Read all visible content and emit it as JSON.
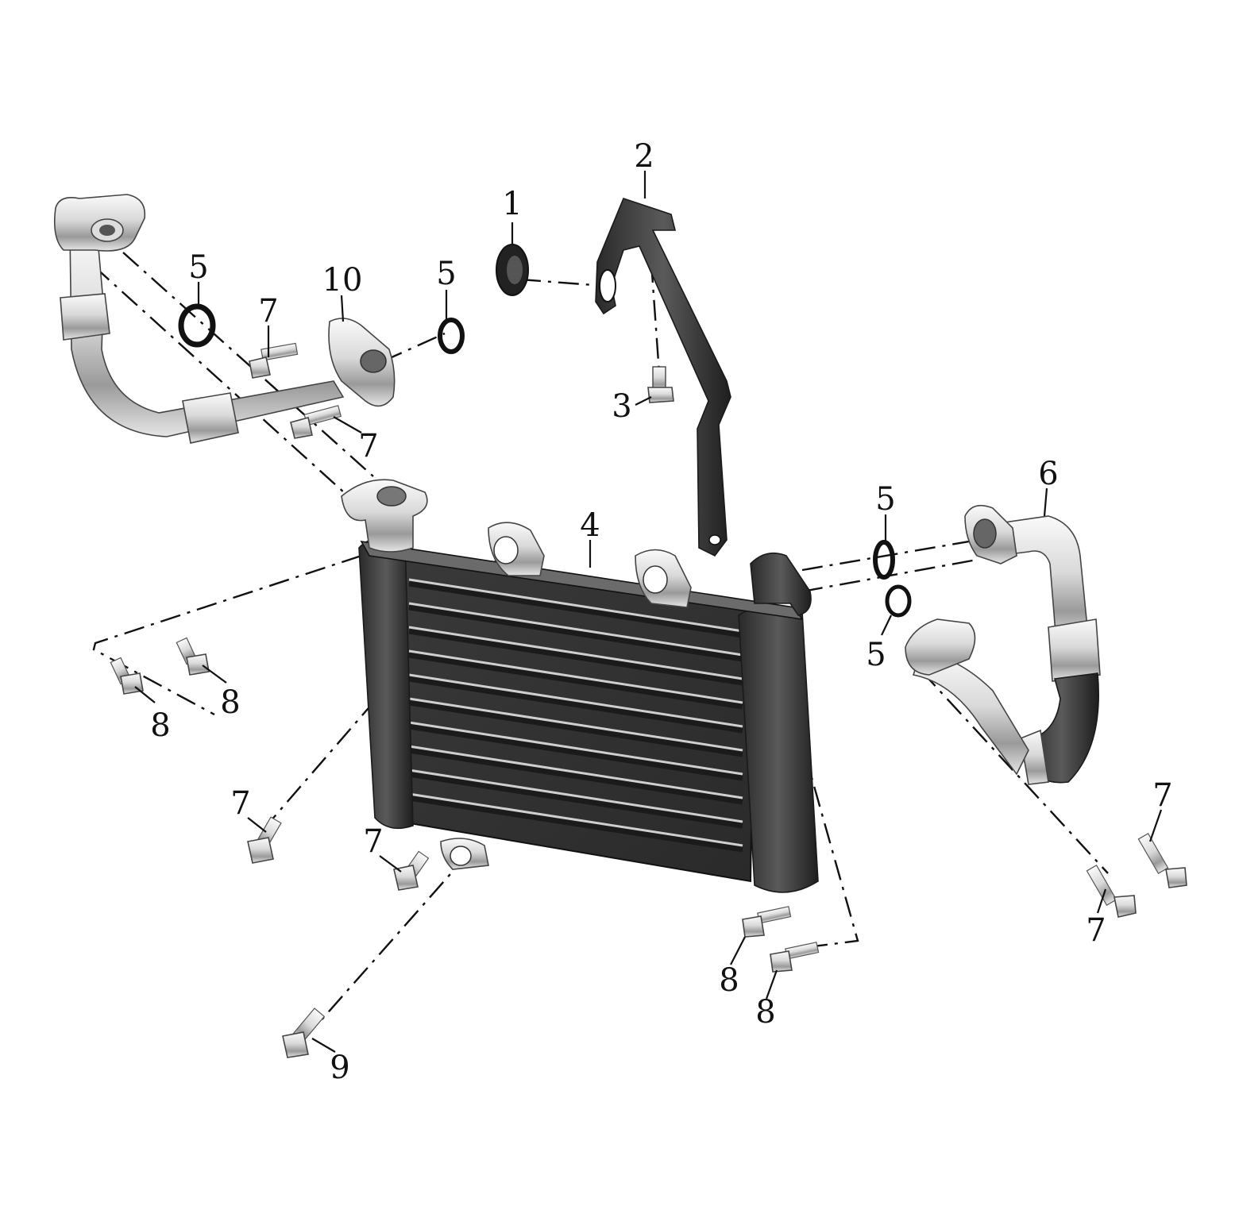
{
  "callouts": [
    {
      "id": "c1",
      "label": "1"
    },
    {
      "id": "c2",
      "label": "2"
    },
    {
      "id": "c3",
      "label": "3"
    },
    {
      "id": "c4",
      "label": "4"
    },
    {
      "id": "c5a",
      "label": "5"
    },
    {
      "id": "c5b",
      "label": "5"
    },
    {
      "id": "c5c",
      "label": "5"
    },
    {
      "id": "c5d",
      "label": "5"
    },
    {
      "id": "c6",
      "label": "6"
    },
    {
      "id": "c7a",
      "label": "7"
    },
    {
      "id": "c7b",
      "label": "7"
    },
    {
      "id": "c7c",
      "label": "7"
    },
    {
      "id": "c7d",
      "label": "7"
    },
    {
      "id": "c7e",
      "label": "7"
    },
    {
      "id": "c7f",
      "label": "7"
    },
    {
      "id": "c8a",
      "label": "8"
    },
    {
      "id": "c8b",
      "label": "8"
    },
    {
      "id": "c8c",
      "label": "8"
    },
    {
      "id": "c8d",
      "label": "8"
    },
    {
      "id": "c9",
      "label": "9"
    },
    {
      "id": "c10",
      "label": "10"
    }
  ],
  "colors": {
    "metal_light": "#f2f2f2",
    "metal_mid": "#b5b5b5",
    "radiator_dark": "#4a4a4a",
    "radiator_black": "#1e1e1e",
    "line": "#111111"
  }
}
